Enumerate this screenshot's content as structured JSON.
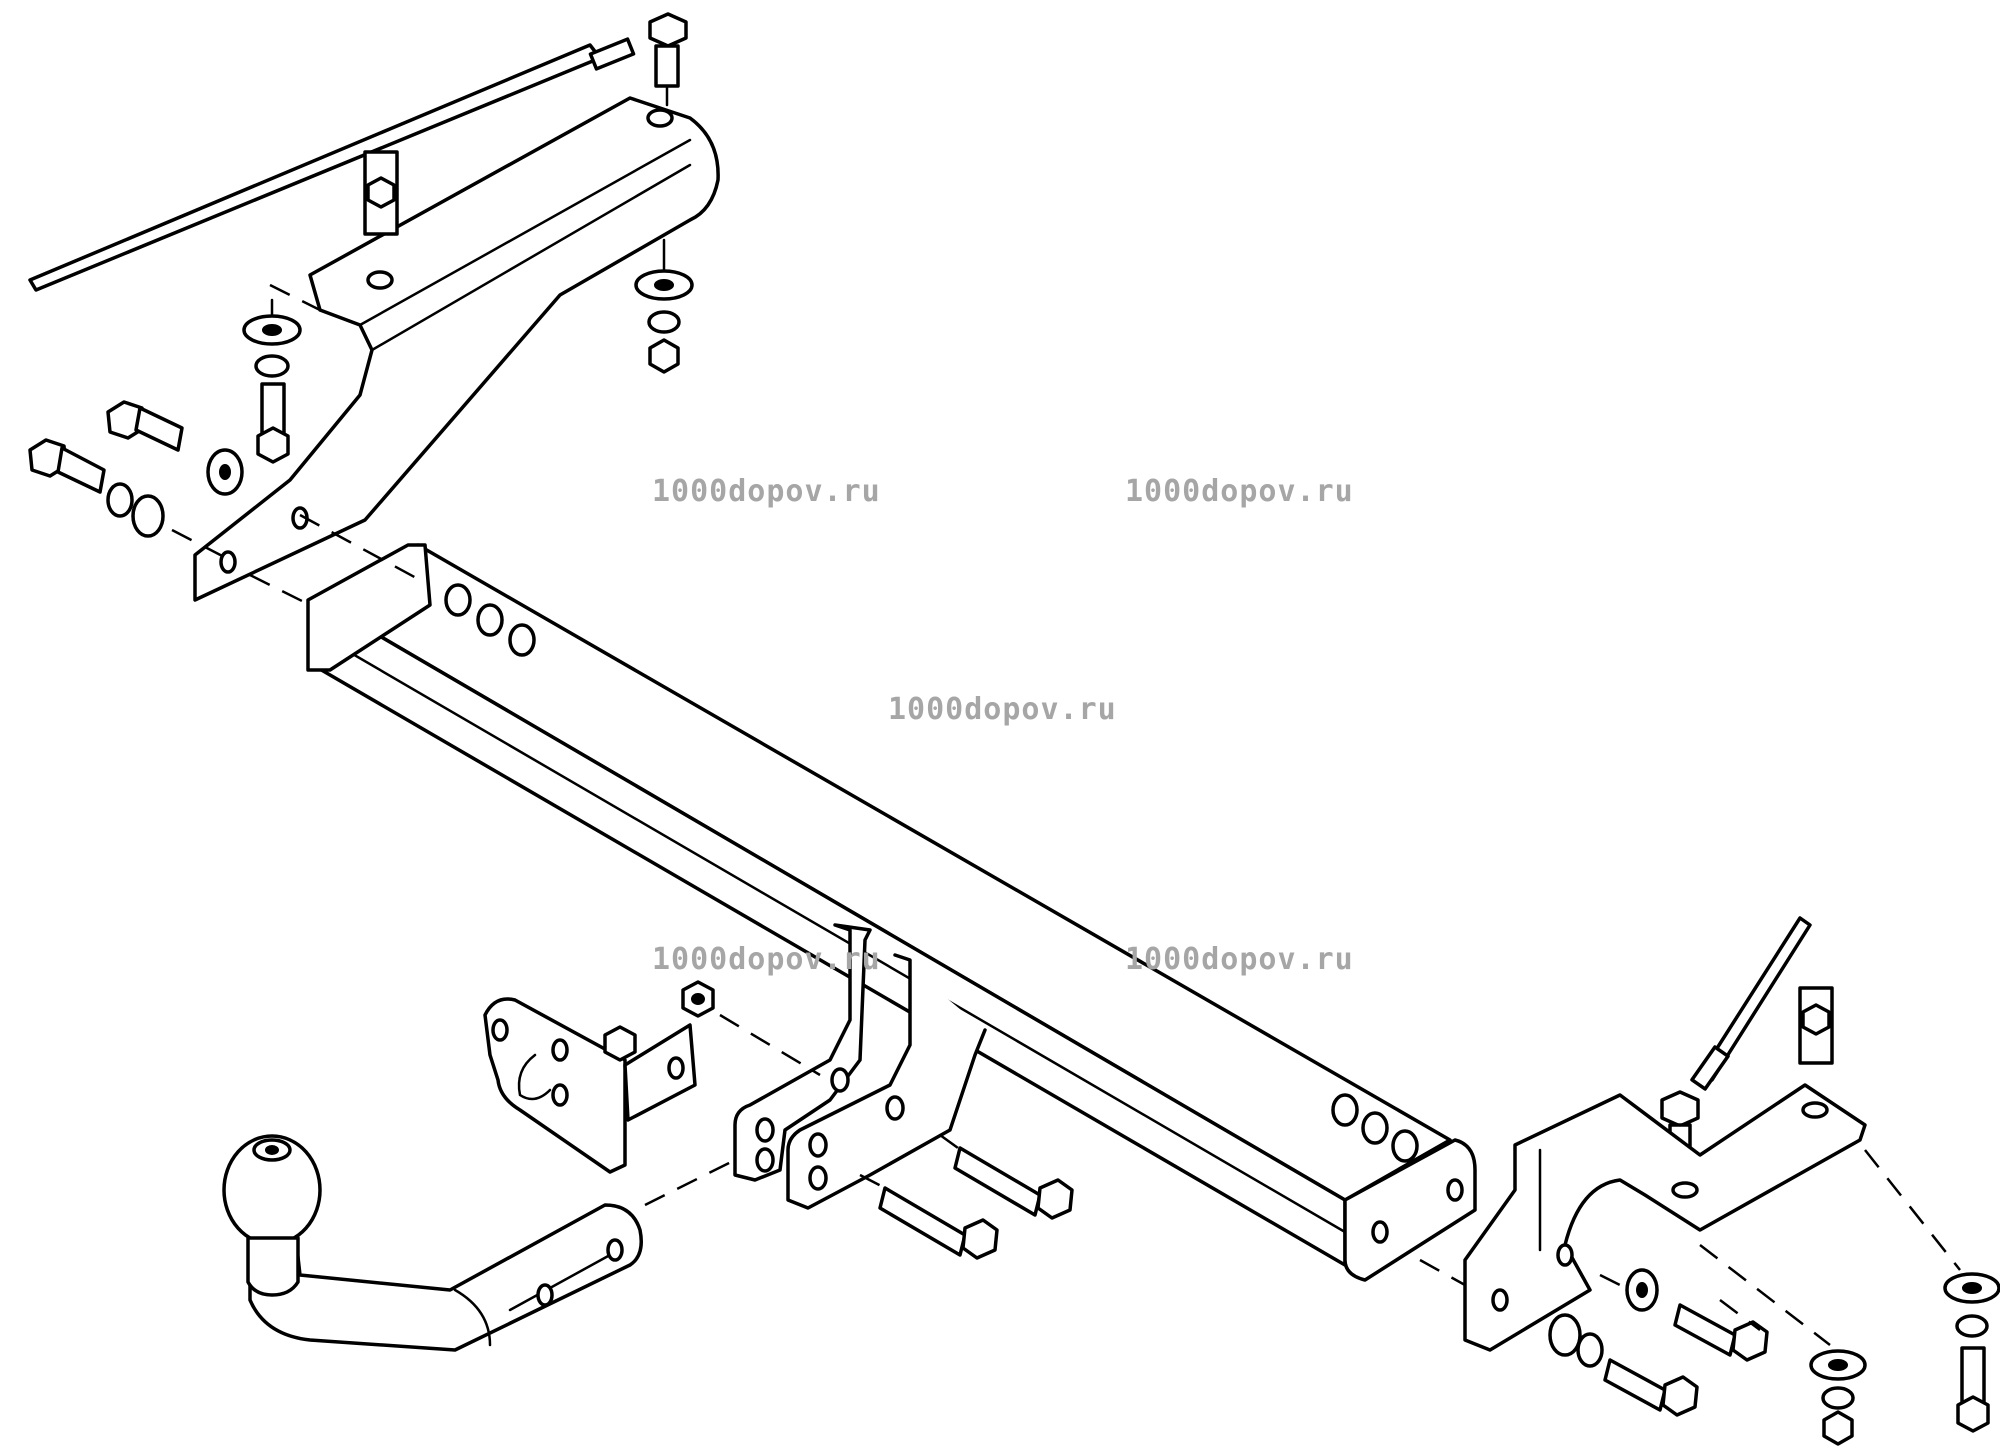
{
  "diagram": {
    "type": "exploded-assembly",
    "subject": "tow bar kit",
    "stroke_color": "#000000",
    "background_color": "#ffffff"
  },
  "watermarks": {
    "color": "#a6a6a6",
    "items": [
      {
        "text": "1000dopov.ru"
      },
      {
        "text": "1000dopov.ru"
      },
      {
        "text": "1000dopov.ru"
      },
      {
        "text": "1000dopov.ru"
      },
      {
        "text": "1000dopov.ru"
      }
    ]
  }
}
